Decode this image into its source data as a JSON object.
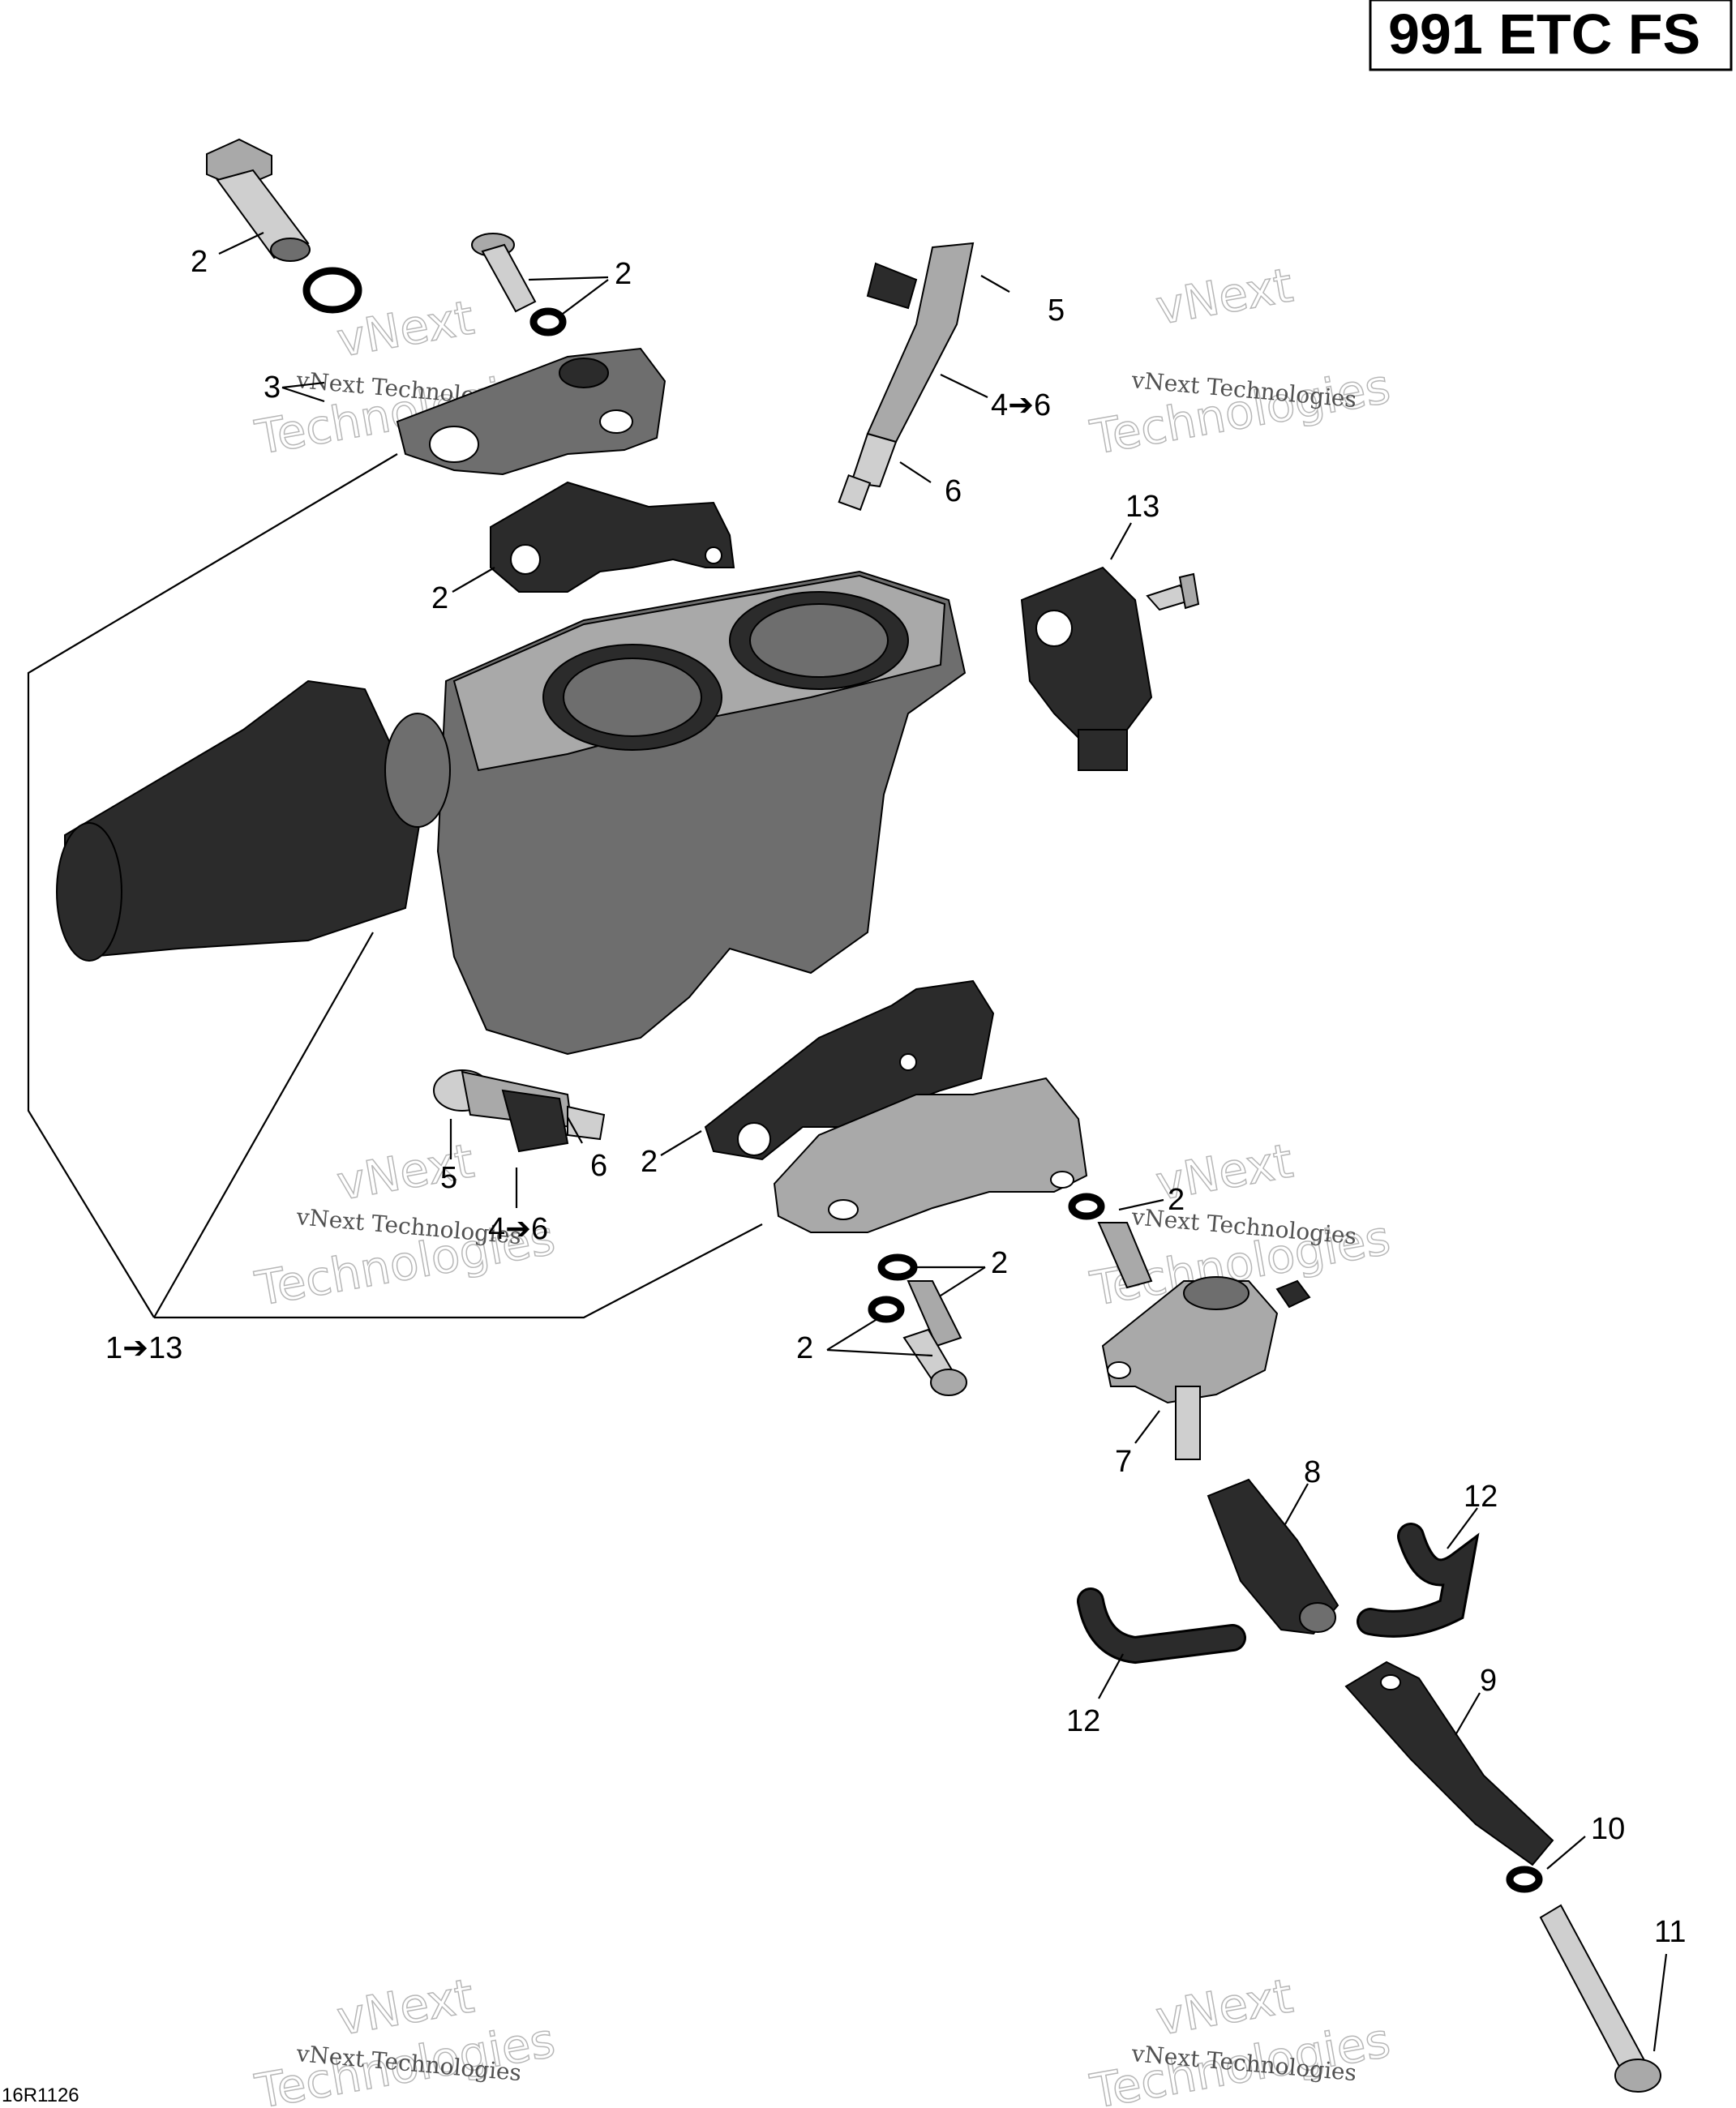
{
  "title": "991 ETC FS",
  "reference_code": "16R1126",
  "watermark": {
    "line1": "vNext Technologies",
    "line2_top": "vNext",
    "line2_bottom": "Technologies"
  },
  "callouts": {
    "c2_top_bolt": "2",
    "c2_small_bolt": "2",
    "c3": "3",
    "c5_top": "5",
    "c46_top": "4➔6",
    "c6_top": "6",
    "c2_gasket_top": "2",
    "c13": "13",
    "c5_left": "5",
    "c6_left": "6",
    "c46_left": "4➔6",
    "c2_gasket_bottom": "2",
    "c2_oring_right": "2",
    "c2_oring_mid": "2",
    "c2_bolt_mid": "2",
    "c1_13": "1➔13",
    "c7": "7",
    "c8": "8",
    "c12_right": "12",
    "c12_left": "12",
    "c9": "9",
    "c10": "10",
    "c11": "11"
  }
}
